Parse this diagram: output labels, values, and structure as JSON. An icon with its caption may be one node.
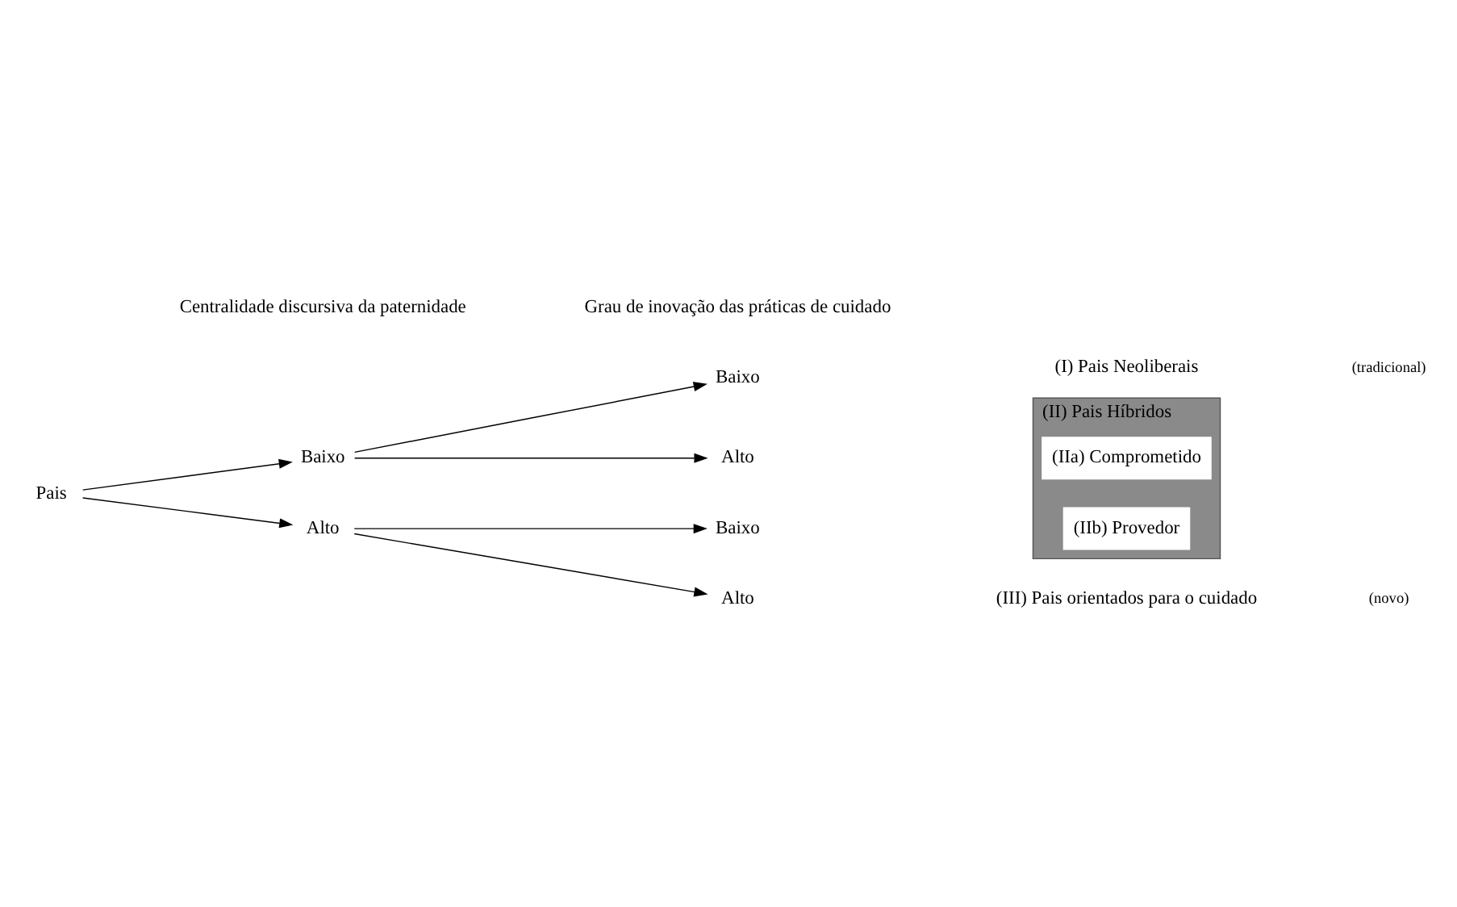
{
  "diagram": {
    "nodes": [
      {
        "text": [
          "Pais"
        ]
      },
      {
        "text": [
          "Baixo"
        ]
      },
      {
        "text": [
          "Alto"
        ]
      },
      {
        "text": [
          "Baixo"
        ]
      },
      {
        "text": [
          "Alto"
        ]
      },
      {
        "text": [
          "Baixo"
        ]
      },
      {
        "text": [
          "Alto"
        ]
      },
      {
        "text": [
          "(II) Pais Híbridos"
        ]
      },
      {
        "text": [
          "(IIa) Comprometido"
        ],
        "in": 7
      },
      {
        "text": [
          "(IIb) Provedor"
        ],
        "in": 7
      }
    ],
    "edges": [
      {
        "from": 0,
        "to": 1,
        "arrow": "to"
      },
      {
        "from": 0,
        "to": 2,
        "arrow": "to"
      },
      {
        "from": 1,
        "to": 3,
        "arrow": "to"
      },
      {
        "from": 1,
        "to": 4,
        "arrow": "to"
      },
      {
        "from": 2,
        "to": 5,
        "arrow": "to"
      },
      {
        "from": 2,
        "to": 6,
        "arrow": "to"
      }
    ],
    "labels": [
      "Centralidade discursiva da paternidade",
      "Grau de inovação das práticas de cuidado",
      "(I) Pais Neoliberais",
      "(tradicional)",
      "(III) Pais orientados para o cuidado",
      "(novo)"
    ]
  }
}
